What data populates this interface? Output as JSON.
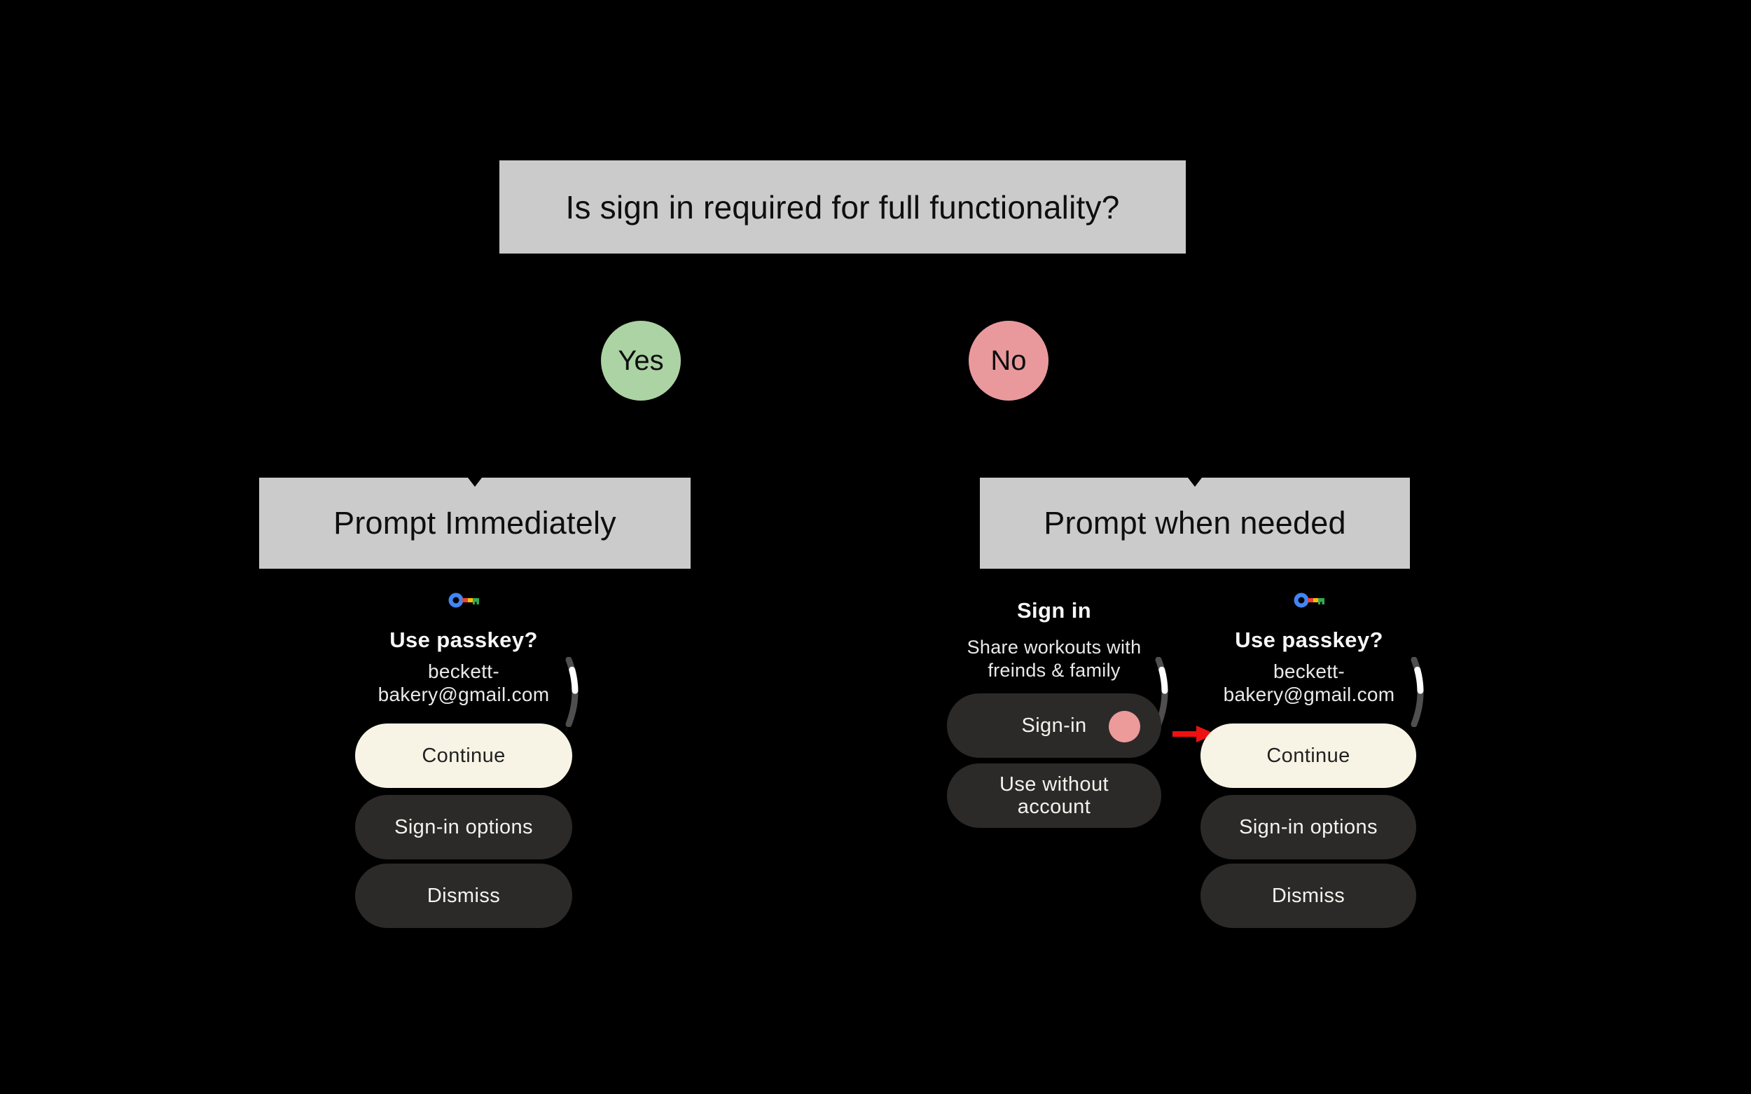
{
  "flowchart": {
    "question": "Is sign in required for full functionality?",
    "yes_label": "Yes",
    "no_label": "No",
    "yes_outcome": "Prompt Immediately",
    "no_outcome": "Prompt when needed"
  },
  "passkey_screen": {
    "icon": "passkey-key-icon",
    "title": "Use passkey?",
    "email_line1": "beckett-",
    "email_line2": "bakery@gmail.com",
    "continue_label": "Continue",
    "signin_options_label": "Sign-in options",
    "dismiss_label": "Dismiss"
  },
  "signin_screen": {
    "title": "Sign in",
    "description_line1": "Share workouts with",
    "description_line2": "freinds & family",
    "signin_label": "Sign-in",
    "use_without_line1": "Use without",
    "use_without_line2": "account"
  },
  "icons": {
    "passkey": "passkey-key-icon",
    "scroll": "scroll-indicator",
    "tap_cursor": "tap-cursor-dot",
    "flow_arrow": "red-arrow-right"
  },
  "colors": {
    "background": "#000000",
    "box_gray": "#CBCBCB",
    "yes_green": "#ABD3A3",
    "no_pink": "#E9999C",
    "pill_cream": "#F8F4E5",
    "pill_dark": "#2B2A28",
    "tap_cursor_pink": "#EC9A9A",
    "arrow_red": "#EE1111",
    "key_blue": "#4285F4",
    "key_red": "#EA4335",
    "key_yellow": "#FBBC04",
    "key_green": "#34A853",
    "scroll_track": "#4F4F4F",
    "scroll_thumb": "#FFFFFF"
  }
}
